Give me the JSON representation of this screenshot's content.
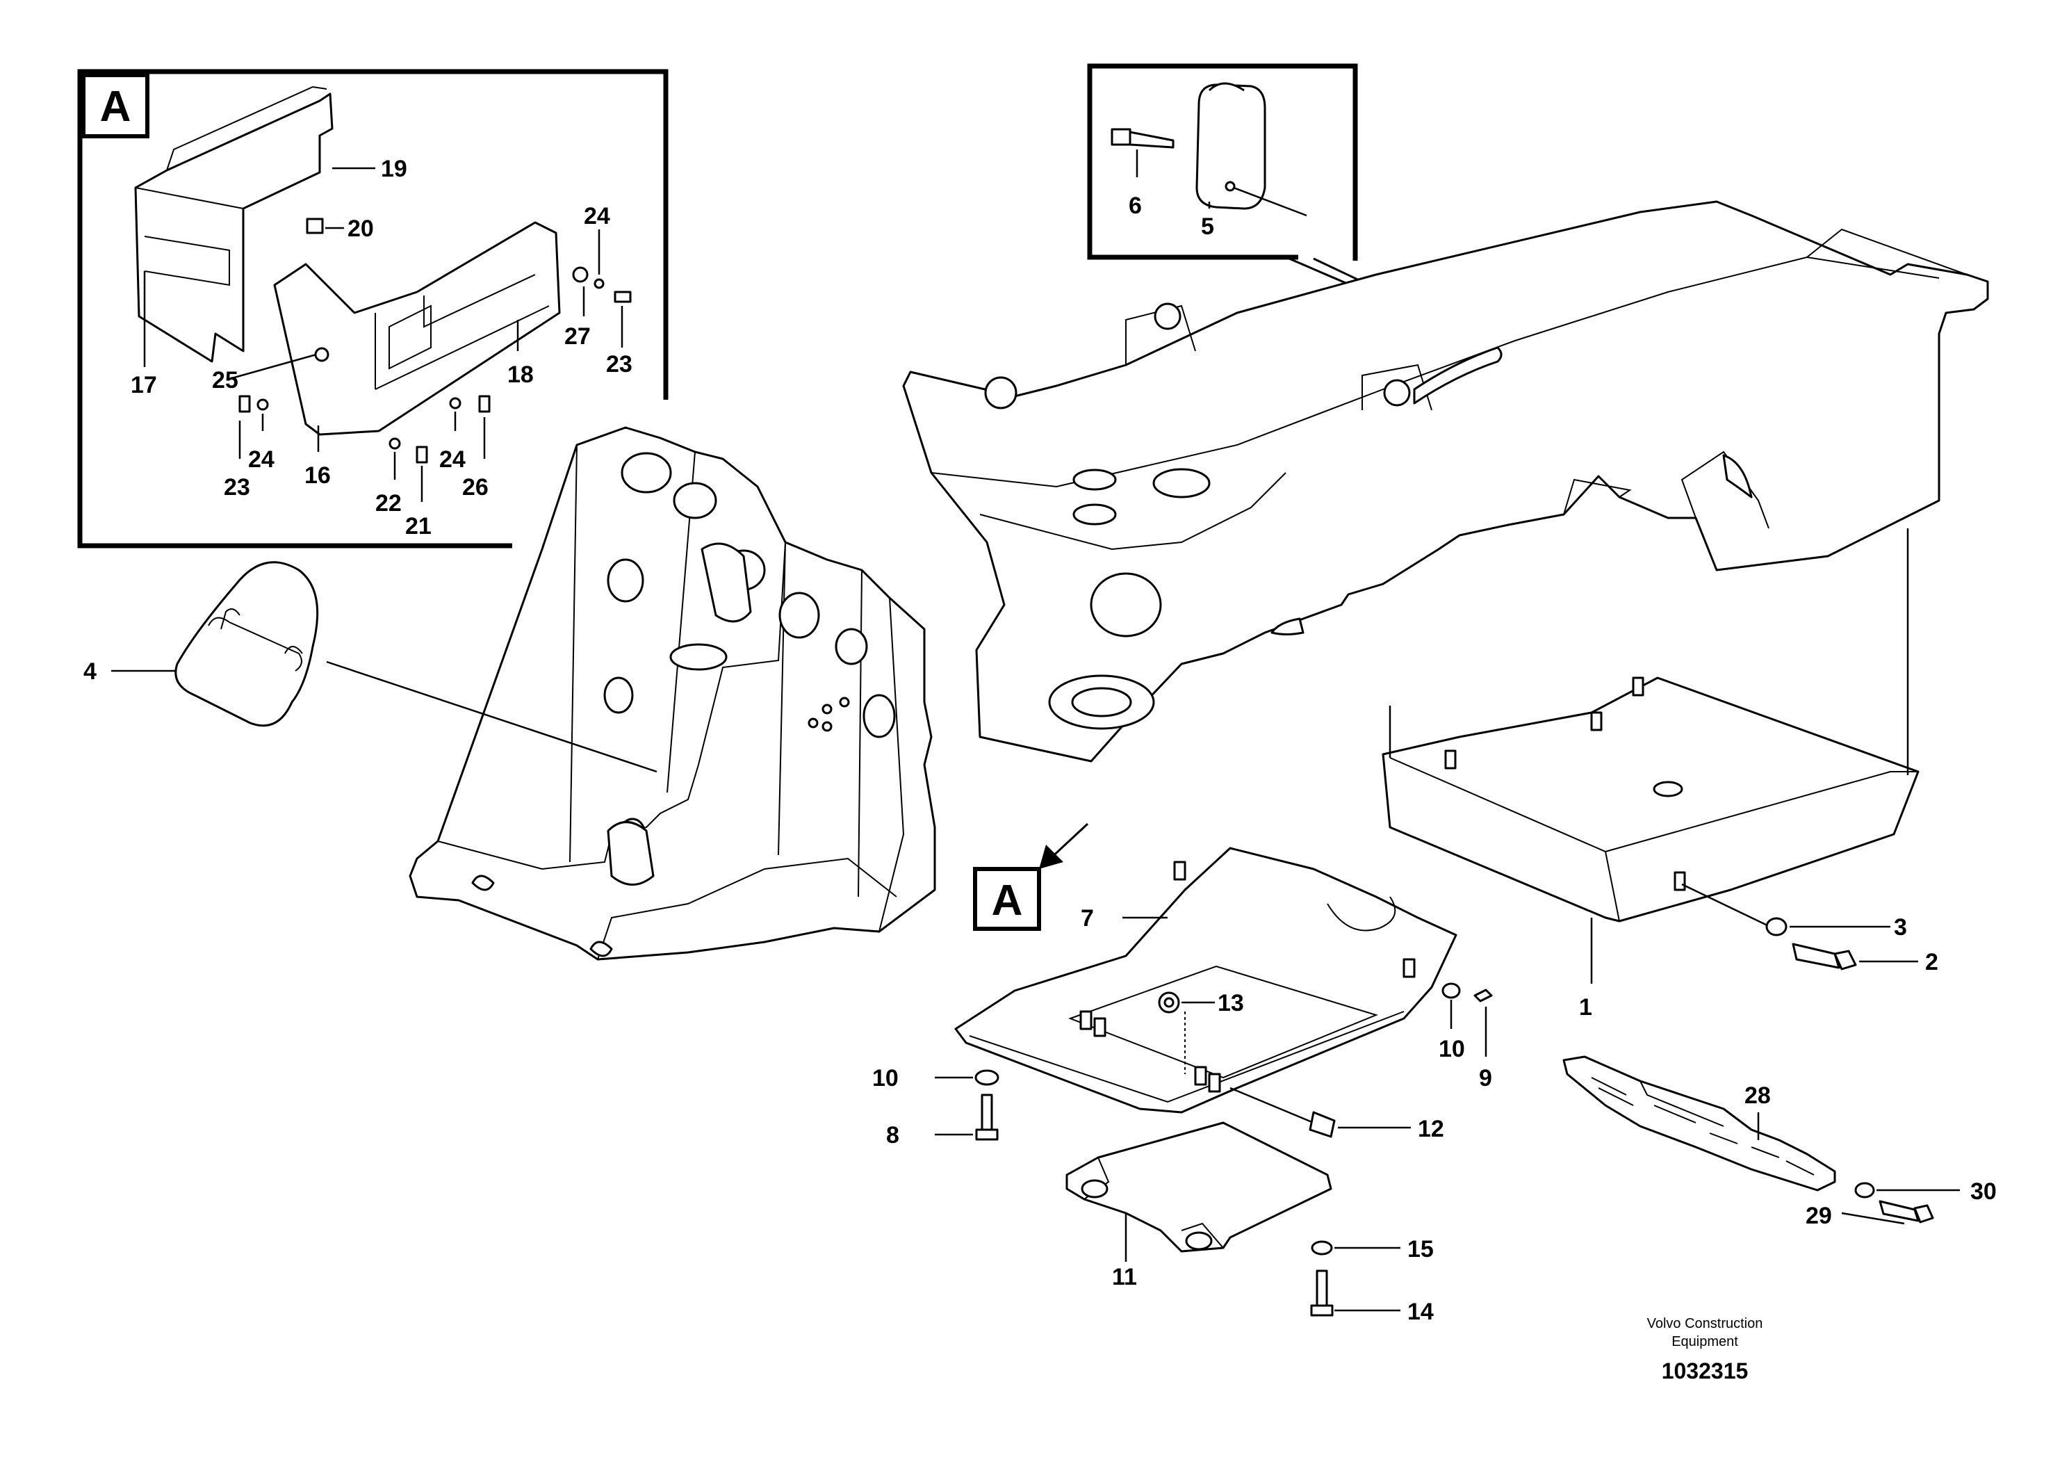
{
  "detail_box": {
    "letter": "A"
  },
  "callout_box": {
    "letter": "A"
  },
  "labels": {
    "l1": "1",
    "l2": "2",
    "l3": "3",
    "l4": "4",
    "l5": "5",
    "l6": "6",
    "l7": "7",
    "l8": "8",
    "l9": "9",
    "l10a": "10",
    "l10b": "10",
    "l11": "11",
    "l12": "12",
    "l13": "13",
    "l14": "14",
    "l15": "15",
    "l16": "16",
    "l17": "17",
    "l18": "18",
    "l19": "19",
    "l20": "20",
    "l21": "21",
    "l22": "22",
    "l23a": "23",
    "l23b": "23",
    "l24a": "24",
    "l24b": "24",
    "l24c": "24",
    "l25": "25",
    "l26": "26",
    "l27": "27",
    "l28": "28",
    "l29": "29",
    "l30": "30"
  },
  "footer": {
    "company_line1": "Volvo Construction",
    "company_line2": "Equipment",
    "drawing_number": "1032315"
  }
}
